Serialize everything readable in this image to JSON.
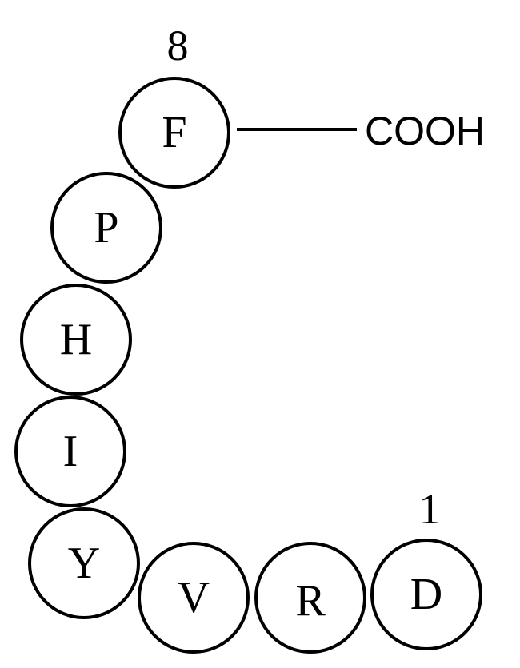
{
  "peptide": {
    "residues": [
      {
        "position": 1,
        "letter": "D"
      },
      {
        "position": 2,
        "letter": "R"
      },
      {
        "position": 3,
        "letter": "V"
      },
      {
        "position": 4,
        "letter": "Y"
      },
      {
        "position": 5,
        "letter": "I"
      },
      {
        "position": 6,
        "letter": "H"
      },
      {
        "position": 7,
        "letter": "P"
      },
      {
        "position": 8,
        "letter": "F"
      }
    ],
    "first_position_label": "1",
    "last_position_label": "8",
    "c_terminus_label": "COOH"
  },
  "colors": {
    "stroke": "#000000",
    "fill": "#ffffff",
    "text": "#000000"
  }
}
